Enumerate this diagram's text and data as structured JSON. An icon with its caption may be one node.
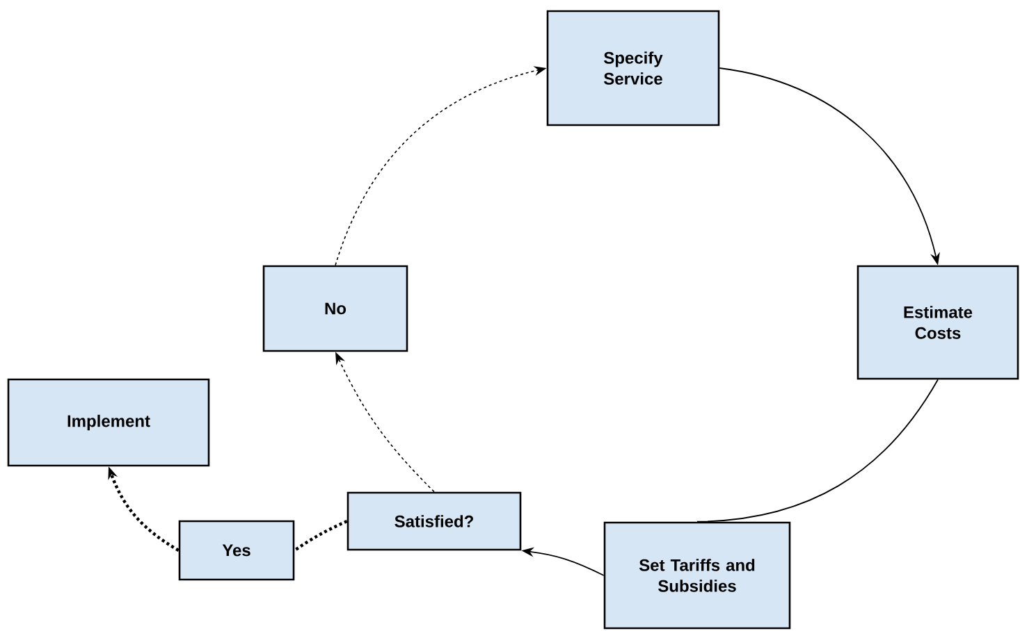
{
  "diagram": {
    "nodes": [
      {
        "text": [
          "Specify Service"
        ]
      },
      {
        "text": [
          "Estimate Costs"
        ]
      },
      {
        "text": [
          "Set Tariffs and Subsidies"
        ]
      },
      {
        "text": [
          "Satisfied?"
        ]
      },
      {
        "text": [
          "No"
        ]
      },
      {
        "text": [
          "Yes"
        ]
      },
      {
        "text": [
          "Implement"
        ]
      }
    ],
    "edges": [
      {
        "from": 0,
        "to": 1,
        "arrow": "to"
      },
      {
        "from": 1,
        "to": 2,
        "arrow": "none"
      },
      {
        "from": 2,
        "to": 3,
        "arrow": "to"
      },
      {
        "from": 3,
        "to": 4,
        "arrow": "to",
        "style": "dashed"
      },
      {
        "from": 4,
        "to": 0,
        "arrow": "to",
        "style": "dashed"
      },
      {
        "from": 3,
        "to": 5,
        "arrow": "none",
        "style": "dashed"
      },
      {
        "from": 5,
        "to": 6,
        "arrow": "to",
        "style": "dashed"
      }
    ]
  }
}
